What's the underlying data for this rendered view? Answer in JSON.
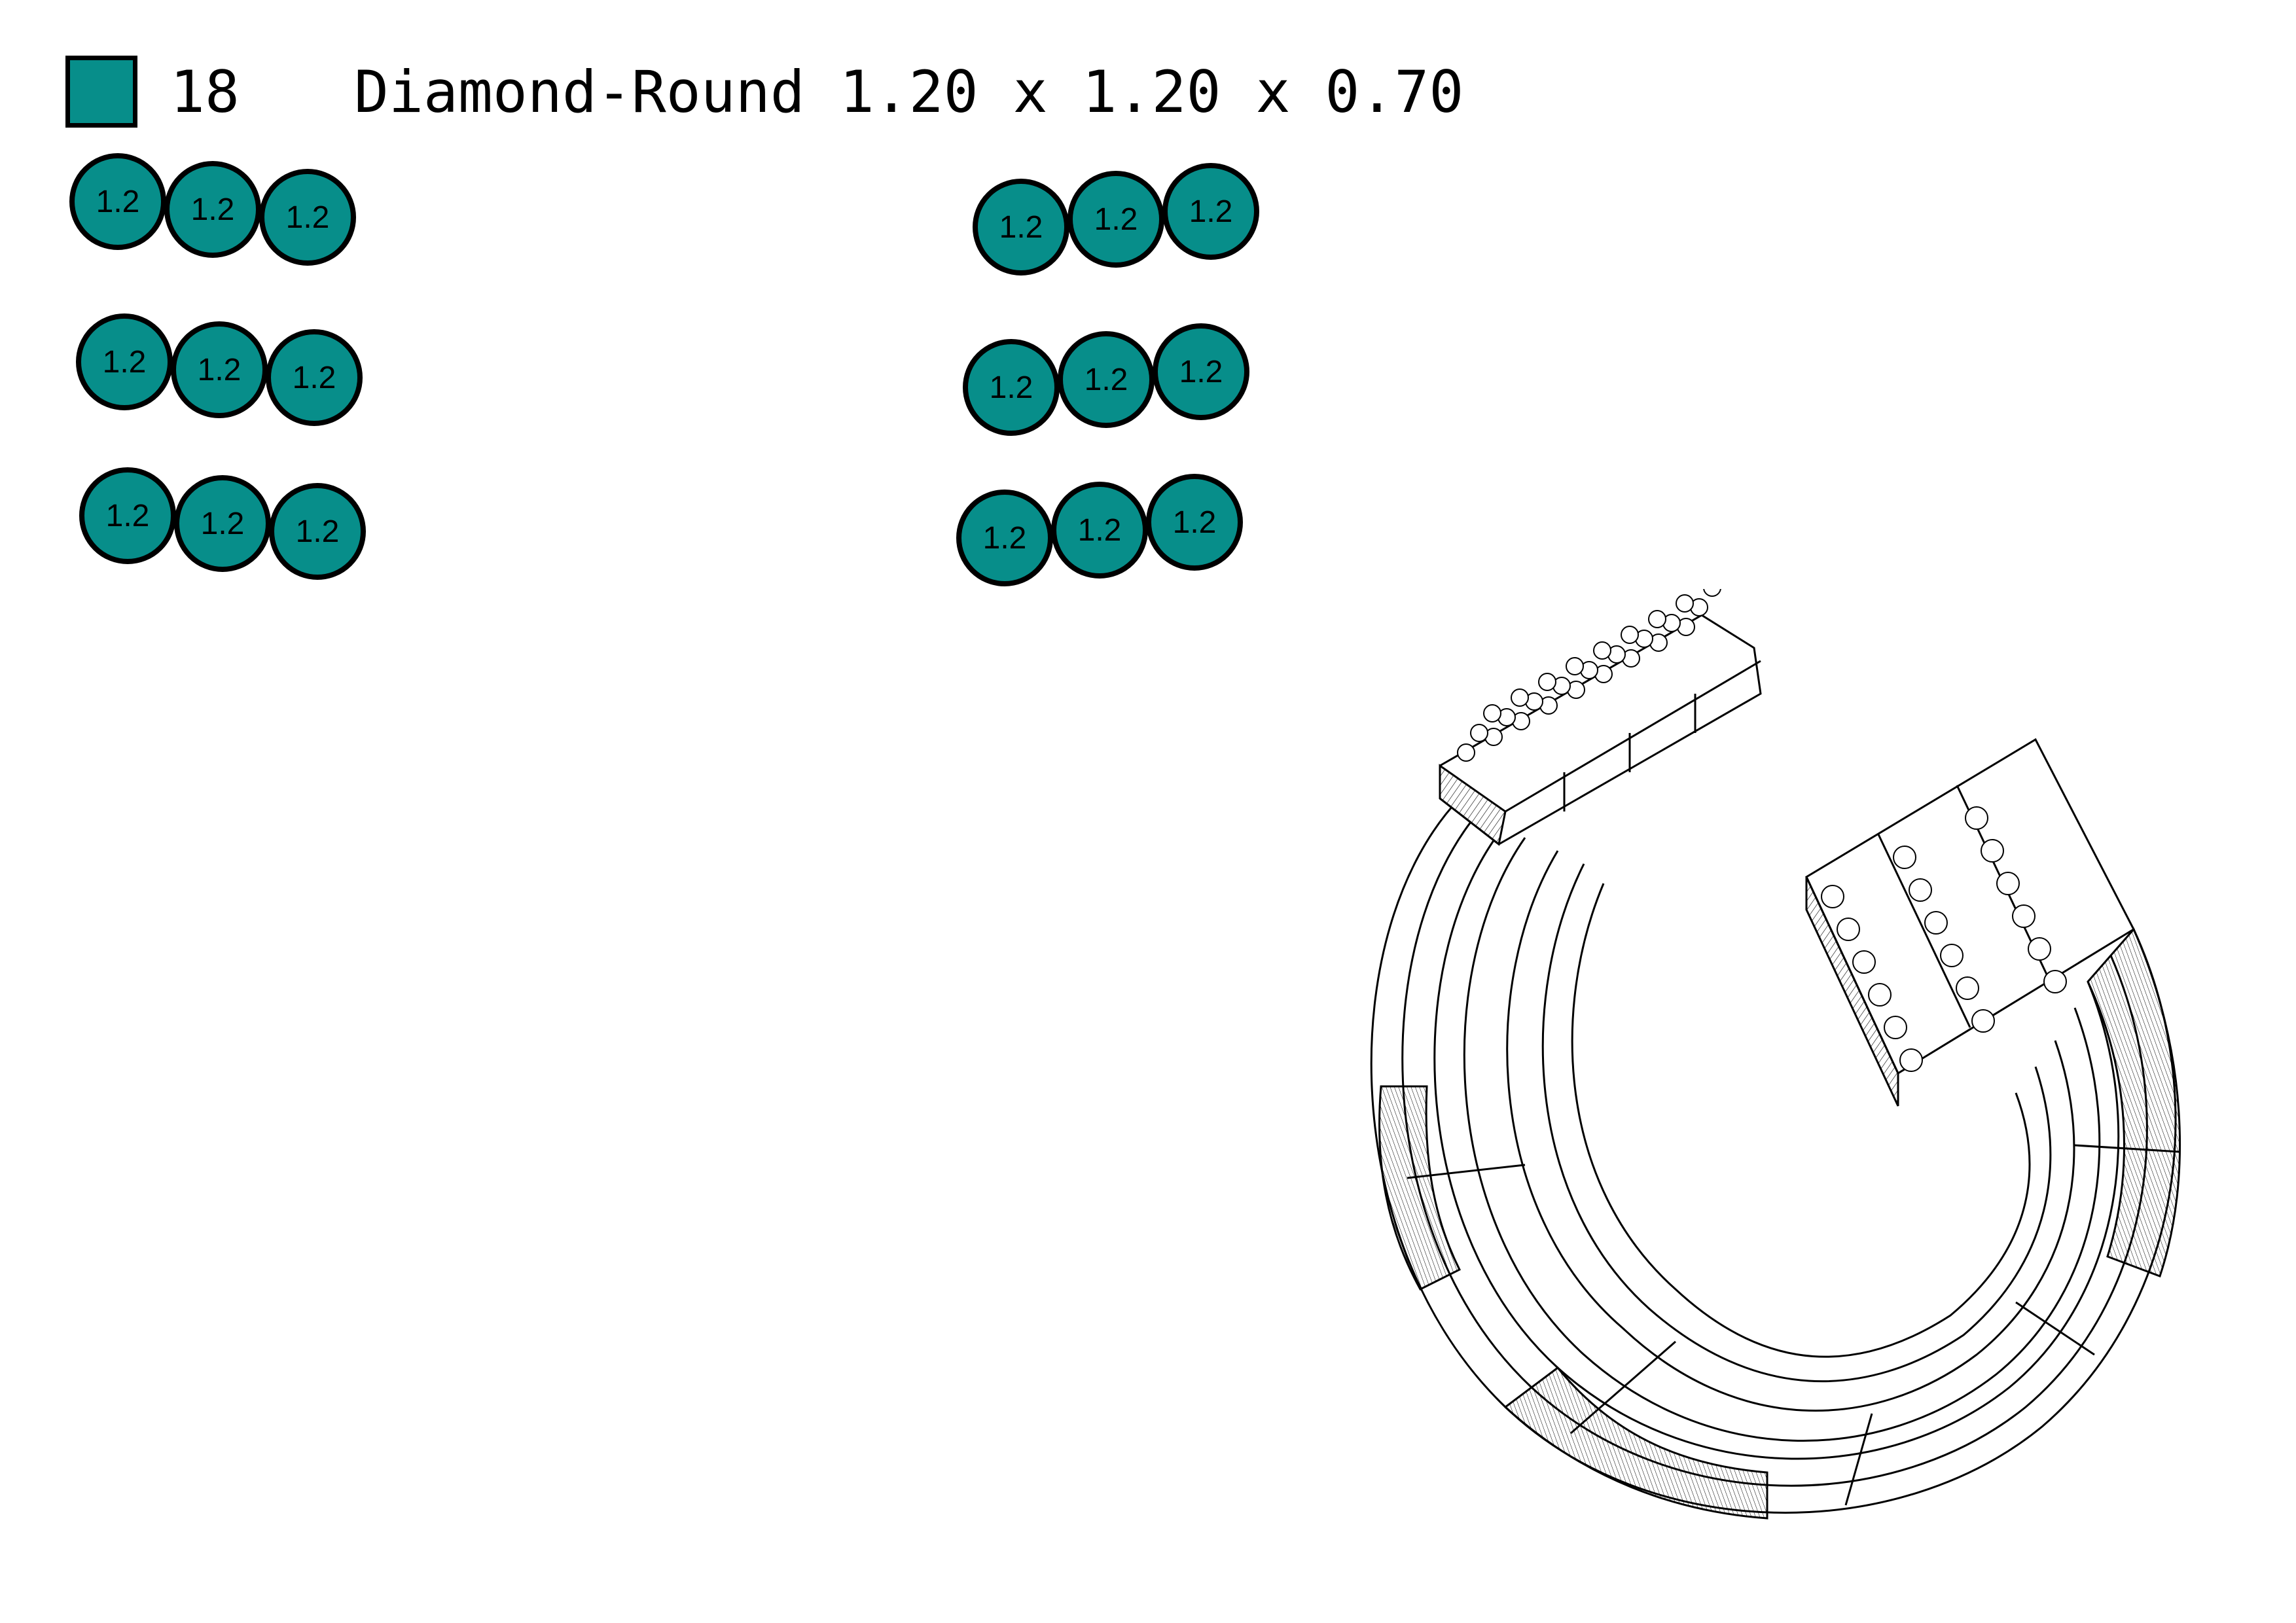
{
  "legend": {
    "count": "18",
    "description": "Diamond-Round 1.20 x 1.20 x 0.70",
    "swatch_color": "#078e8a"
  },
  "stones": {
    "label": "1.2",
    "fill_color": "#078e8a",
    "groups": [
      {
        "name": "left-row-1",
        "count": 3
      },
      {
        "name": "left-row-2",
        "count": 3
      },
      {
        "name": "left-row-3",
        "count": 3
      },
      {
        "name": "right-row-1",
        "count": 3
      },
      {
        "name": "right-row-2",
        "count": 3
      },
      {
        "name": "right-row-3",
        "count": 3
      }
    ]
  }
}
